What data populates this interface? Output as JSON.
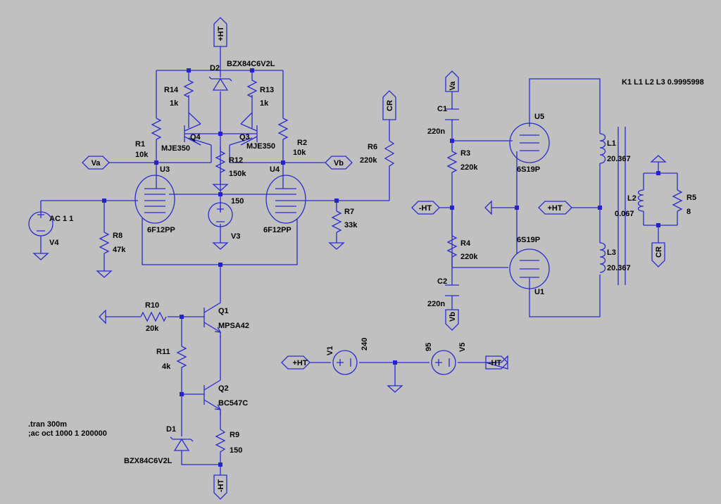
{
  "directive": {
    "kcoupling": "K1 L1 L2 L3 0.9995998",
    "tran": ".tran 300m",
    "ac": ";ac oct 1000 1 200000"
  },
  "nets": {
    "ht_pos": "+HT",
    "ht_neg": "-HT",
    "va": "Va",
    "vb": "Vb",
    "cr": "CR"
  },
  "components": {
    "r1": {
      "name": "R1",
      "value": "10k"
    },
    "r2": {
      "name": "R2",
      "value": "10k"
    },
    "r3": {
      "name": "R3",
      "value": "220k"
    },
    "r4": {
      "name": "R4",
      "value": "220k"
    },
    "r5": {
      "name": "R5",
      "value": "8"
    },
    "r6": {
      "name": "R6",
      "value": "220k"
    },
    "r7": {
      "name": "R7",
      "value": "33k"
    },
    "r8": {
      "name": "R8",
      "value": "47k"
    },
    "r9": {
      "name": "R9",
      "value": "150"
    },
    "r10": {
      "name": "R10",
      "value": "20k"
    },
    "r11": {
      "name": "R11",
      "value": "4k"
    },
    "r12": {
      "name": "R12",
      "value": "150k"
    },
    "r13": {
      "name": "R13",
      "value": "1k"
    },
    "r14": {
      "name": "R14",
      "value": "1k"
    },
    "c1": {
      "name": "C1",
      "value": "220n"
    },
    "c2": {
      "name": "C2",
      "value": "220n"
    },
    "l1": {
      "name": "L1",
      "value": "20.367"
    },
    "l2": {
      "name": "L2",
      "value": "0.067"
    },
    "l3": {
      "name": "L3",
      "value": "20.367"
    },
    "d1": {
      "name": "D1",
      "value": "BZX84C6V2L"
    },
    "d2": {
      "name": "D2",
      "value": "BZX84C6V2L"
    },
    "q1": {
      "name": "Q1",
      "value": "MPSA42"
    },
    "q2": {
      "name": "Q2",
      "value": "BC547C"
    },
    "q3": {
      "name": "Q3",
      "value": "MJE350"
    },
    "q4": {
      "name": "Q4",
      "value": "MJE350"
    },
    "u1": {
      "name": "U1",
      "value": "6S19P"
    },
    "u3": {
      "name": "U3",
      "value": "6F12PP"
    },
    "u4": {
      "name": "U4",
      "value": "6F12PP"
    },
    "u5": {
      "name": "U5",
      "value": "6S19P"
    },
    "v1": {
      "name": "V1",
      "value": "240"
    },
    "v3": {
      "name": "V3",
      "value": "150"
    },
    "v4": {
      "name": "V4",
      "value": "AC 1 1"
    },
    "v5": {
      "name": "V5",
      "value": "95"
    }
  }
}
